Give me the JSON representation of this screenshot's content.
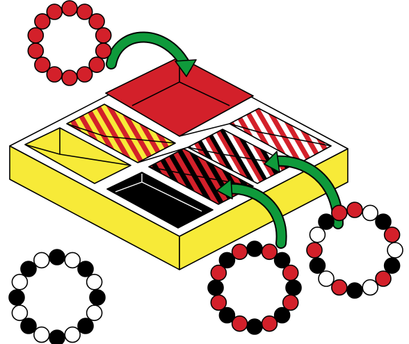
{
  "colors": {
    "tray_yellow": "#f7ea38",
    "red": "#d3202a",
    "black": "#000000",
    "white": "#ffffff",
    "arrow_green": "#0f9a3b"
  },
  "icons": {
    "arrow": "green-curved-arrow-icon"
  },
  "bracelets": [
    {
      "name": "bracelet-red",
      "pattern": [
        "red"
      ]
    },
    {
      "name": "bracelet-black-white",
      "pattern": [
        "black",
        "white"
      ]
    },
    {
      "name": "bracelet-black-red",
      "pattern": [
        "black",
        "red"
      ]
    },
    {
      "name": "bracelet-red-white-black",
      "pattern": [
        "red",
        "white",
        "black"
      ]
    }
  ],
  "compartments": [
    {
      "name": "compartment-solid-red",
      "pattern": "solid-red"
    },
    {
      "name": "compartment-yellow-red-stripes",
      "pattern": "stripes-yellow-red"
    },
    {
      "name": "compartment-red-white-stripes",
      "pattern": "stripes-red-white"
    },
    {
      "name": "compartment-solid-yellow",
      "pattern": "solid-yellow"
    },
    {
      "name": "compartment-black-white-red-stripes",
      "pattern": "stripes-black-white-red"
    },
    {
      "name": "compartment-black-red-stripes",
      "pattern": "stripes-black-red"
    },
    {
      "name": "compartment-solid-black",
      "pattern": "solid-black"
    }
  ]
}
